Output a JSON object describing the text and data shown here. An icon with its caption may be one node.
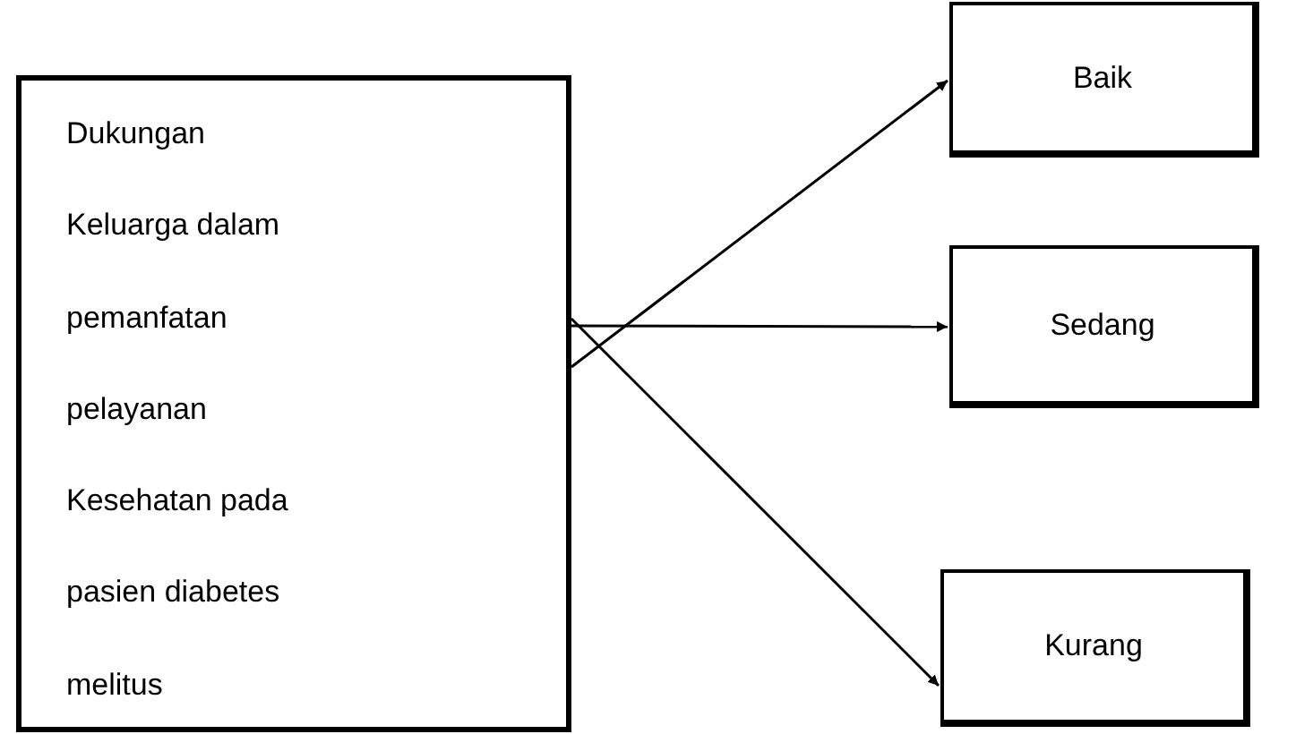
{
  "diagram": {
    "nodes": [
      {
        "text": [
          "Dukungan Keluarga dalam pemanfatan pelayanan Kesehatan pada pasien diabetes melitus"
        ]
      },
      {
        "text": [
          "Baik"
        ]
      },
      {
        "text": [
          "Sedang"
        ]
      },
      {
        "text": [
          "Kurang"
        ]
      }
    ],
    "edges": [
      {
        "from": 0,
        "to": 1,
        "arrow": "to"
      },
      {
        "from": 0,
        "to": 2,
        "arrow": "to"
      },
      {
        "from": 0,
        "to": 3,
        "arrow": "to"
      }
    ]
  }
}
